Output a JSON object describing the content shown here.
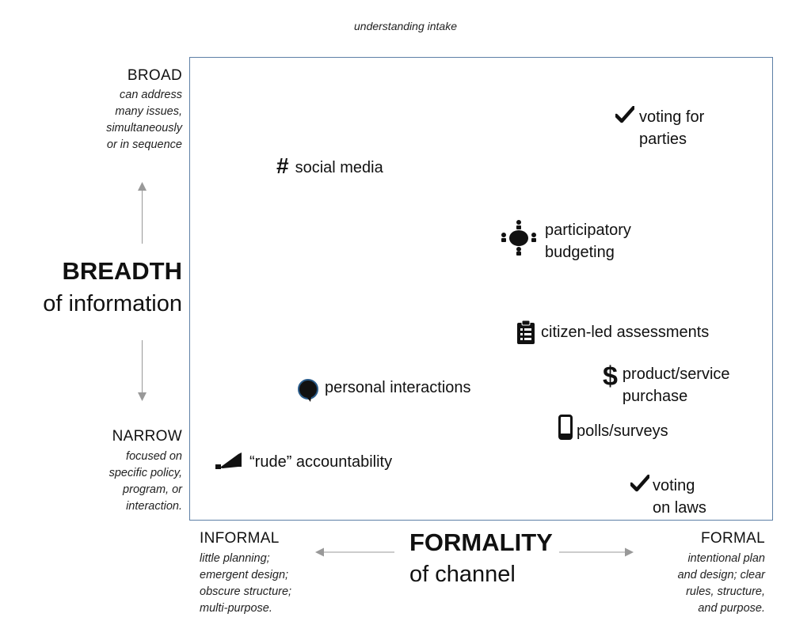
{
  "header": {
    "note": "understanding intake"
  },
  "y_axis": {
    "top": {
      "label": "BROAD",
      "desc": "can address\nmany issues,\nsimultaneously\nor in sequence"
    },
    "title_bold": "BREADTH",
    "title_sub": "of information",
    "bottom": {
      "label": "NARROW",
      "desc": "focused on\nspecific policy,\nprogram, or\ninteraction."
    }
  },
  "x_axis": {
    "left": {
      "label": "INFORMAL",
      "desc": "little planning;\nemergent design;\nobscure structure;\nmulti-purpose."
    },
    "title_bold": "FORMALITY",
    "title_sub": "of channel",
    "right": {
      "label": "FORMAL",
      "desc": "intentional plan\nand design; clear\nrules, structure,\nand purpose."
    }
  },
  "items": [
    {
      "id": "voting-parties",
      "label": "voting for\nparties",
      "icon": "checkmark-icon"
    },
    {
      "id": "social-media",
      "label": "social media",
      "icon": "hashtag-icon"
    },
    {
      "id": "participatory",
      "label": "participatory\nbudgeting",
      "icon": "meeting-table-icon"
    },
    {
      "id": "citizen-led",
      "label": "citizen-led assessments",
      "icon": "clipboard-icon"
    },
    {
      "id": "product",
      "label": "product/service\npurchase",
      "icon": "dollar-icon"
    },
    {
      "id": "personal",
      "label": "personal interactions",
      "icon": "speech-bubble-icon"
    },
    {
      "id": "polls",
      "label": "polls/surveys",
      "icon": "phone-icon"
    },
    {
      "id": "rude",
      "label": "“rude” accountability",
      "icon": "megaphone-icon"
    },
    {
      "id": "voting-laws",
      "label": "voting\non laws",
      "icon": "checkmark-icon"
    }
  ],
  "colors": {
    "frame": "#5d7fa6",
    "arrow": "#999999",
    "text": "#111111"
  }
}
